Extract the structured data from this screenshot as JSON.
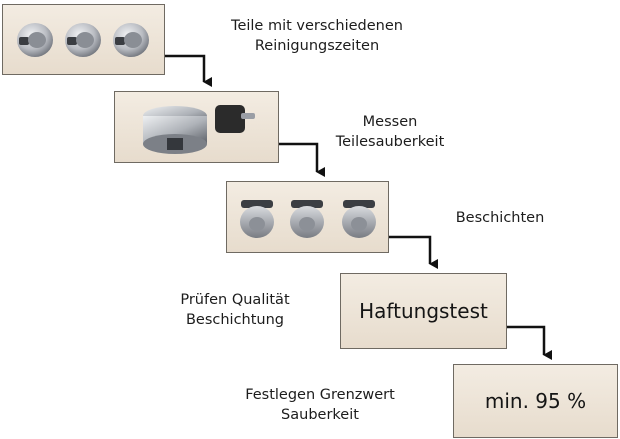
{
  "steps": [
    {
      "label_line1": "Teile mit verschiedenen",
      "label_line2": "Reinigungszeiten"
    },
    {
      "label_line1": "Messen",
      "label_line2": "Teilesauberkeit"
    },
    {
      "label_line1": "Beschichten"
    },
    {
      "label_line1": "Prüfen Qualität",
      "label_line2": "Beschichtung",
      "box_text": "Haftungstest"
    },
    {
      "label_line1": "Festlegen Grenzwert",
      "label_line2": "Sauberkeit",
      "box_text": "min. 95 %"
    }
  ],
  "colors": {
    "box_fill": "#ece3d6",
    "box_border": "#6f6a62",
    "arrow": "#111111",
    "piston_metal": "#b9bcc2",
    "sensor": "#2b2b2b"
  },
  "icons": [
    "piston-icon",
    "cleanliness-sensor-icon",
    "arrow-connector"
  ]
}
